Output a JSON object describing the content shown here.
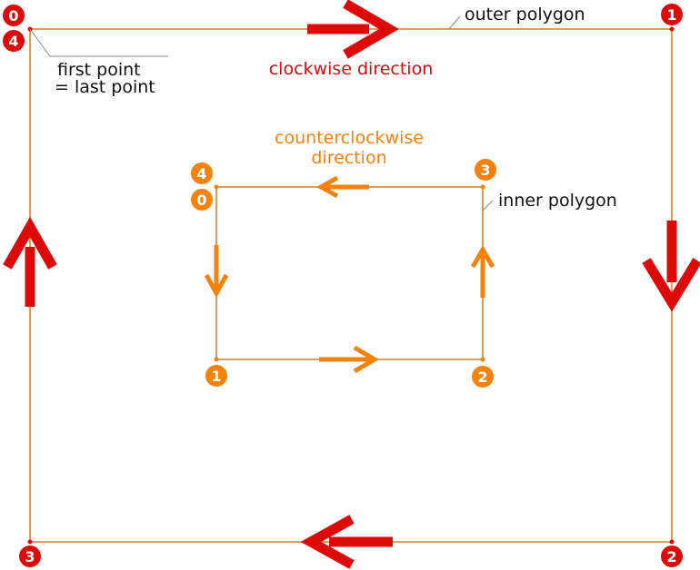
{
  "colors": {
    "outer_marker": "#dd0a0a",
    "outer_arrow": "#dd0a0a",
    "inner": "#f5820c",
    "polygon_line": "#e0822a",
    "leader": "#8a8a8a",
    "text": "#111111"
  },
  "outer": {
    "label": "outer polygon",
    "direction_label": "clockwise direction",
    "first_label": "first point",
    "last_label": "= last point",
    "points": [
      "0",
      "1",
      "2",
      "3",
      "4"
    ]
  },
  "inner": {
    "label": "inner polygon",
    "direction_line1": "counterclockwise",
    "direction_line2": "direction",
    "points": [
      "0",
      "1",
      "2",
      "3",
      "4"
    ]
  },
  "icons": [
    "arrow-right-icon",
    "arrow-down-icon",
    "arrow-left-icon",
    "arrow-up-icon"
  ]
}
